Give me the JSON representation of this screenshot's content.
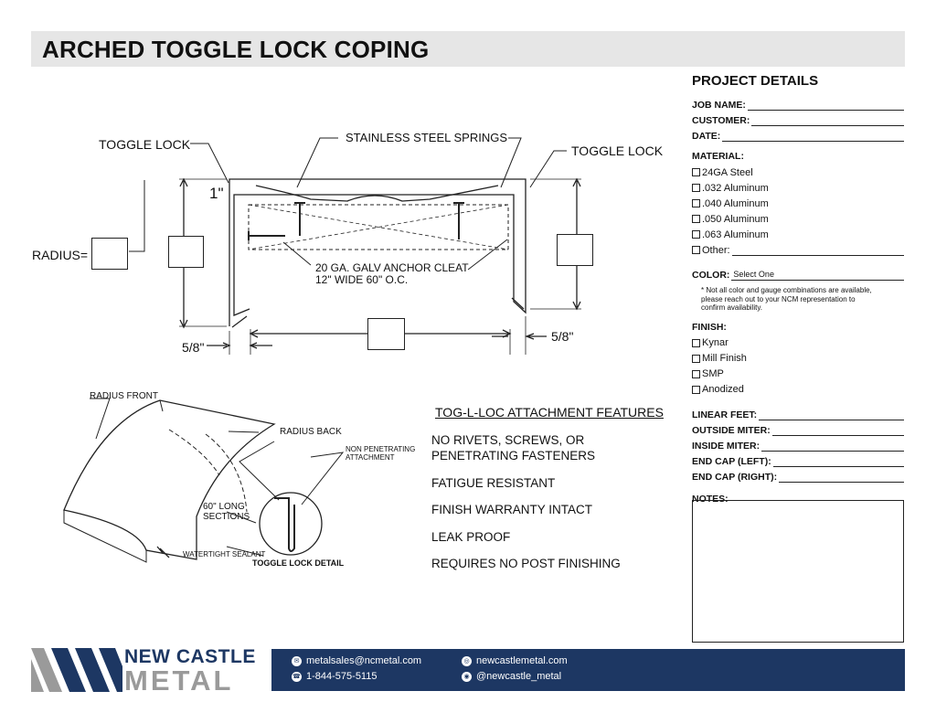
{
  "title": "ARCHED TOGGLE LOCK COPING",
  "drawing": {
    "toggle_lock_left": "TOGGLE LOCK",
    "stainless_springs": "STAINLESS STEEL SPRINGS",
    "toggle_lock_right": "TOGGLE LOCK",
    "one_inch": "1\"",
    "radius_eq": "RADIUS=",
    "cleat_line1": "20 GA. GALV ANCHOR CLEAT",
    "cleat_line2": "12\" WIDE  60\" O.C.",
    "five_eighths_left": "5/8\"",
    "five_eighths_right": "5/8\"",
    "radius_front": "RADIUS FRONT",
    "radius_back": "RADIUS BACK",
    "non_penetrating": "NON PENETRATING\nATTACHMENT",
    "long_sections": "60\" LONG\nSECTIONS",
    "watertight_sealant": "WATERTIGHT SEALANT",
    "toggle_lock_detail": "TOGGLE LOCK DETAIL"
  },
  "features": {
    "title": "TOG-L-LOC ATTACHMENT FEATURES",
    "items": [
      "NO RIVETS, SCREWS, OR\nPENETRATING FASTENERS",
      "FATIGUE RESISTANT",
      "FINISH WARRANTY INTACT",
      "LEAK PROOF",
      "REQUIRES NO POST FINISHING"
    ]
  },
  "project": {
    "title": "PROJECT DETAILS",
    "job_name": "JOB NAME:",
    "customer": "CUSTOMER:",
    "date": "DATE:",
    "material_label": "MATERIAL:",
    "materials": [
      "24GA Steel",
      ".032 Aluminum",
      ".040 Aluminum",
      ".050 Aluminum",
      ".063 Aluminum"
    ],
    "other": "Other:",
    "color_label": "COLOR:",
    "color_value": "Select One",
    "color_note": "* Not all color and gauge combinations are available,\nplease reach out to your NCM representation to\nconfirm availability.",
    "finish_label": "FINISH:",
    "finishes": [
      "Kynar",
      "Mill Finish",
      "SMP",
      "Anodized"
    ],
    "linear_feet": "LINEAR FEET:",
    "outside_miter": "OUTSIDE MITER:",
    "inside_miter": "INSIDE MITER:",
    "end_cap_left": "END CAP (LEFT):",
    "end_cap_right": "END CAP (RIGHT):",
    "notes_label": "NOTES:"
  },
  "footer": {
    "brand_top": "NEW CASTLE",
    "brand_bottom": "METAL",
    "email": "metalsales@ncmetal.com",
    "phone": "1-844-575-5115",
    "website": "newcastlemetal.com",
    "social": "@newcastle_metal"
  },
  "colors": {
    "navy": "#1d3763",
    "gray": "#9a9a9a",
    "band": "#e6e6e6"
  }
}
